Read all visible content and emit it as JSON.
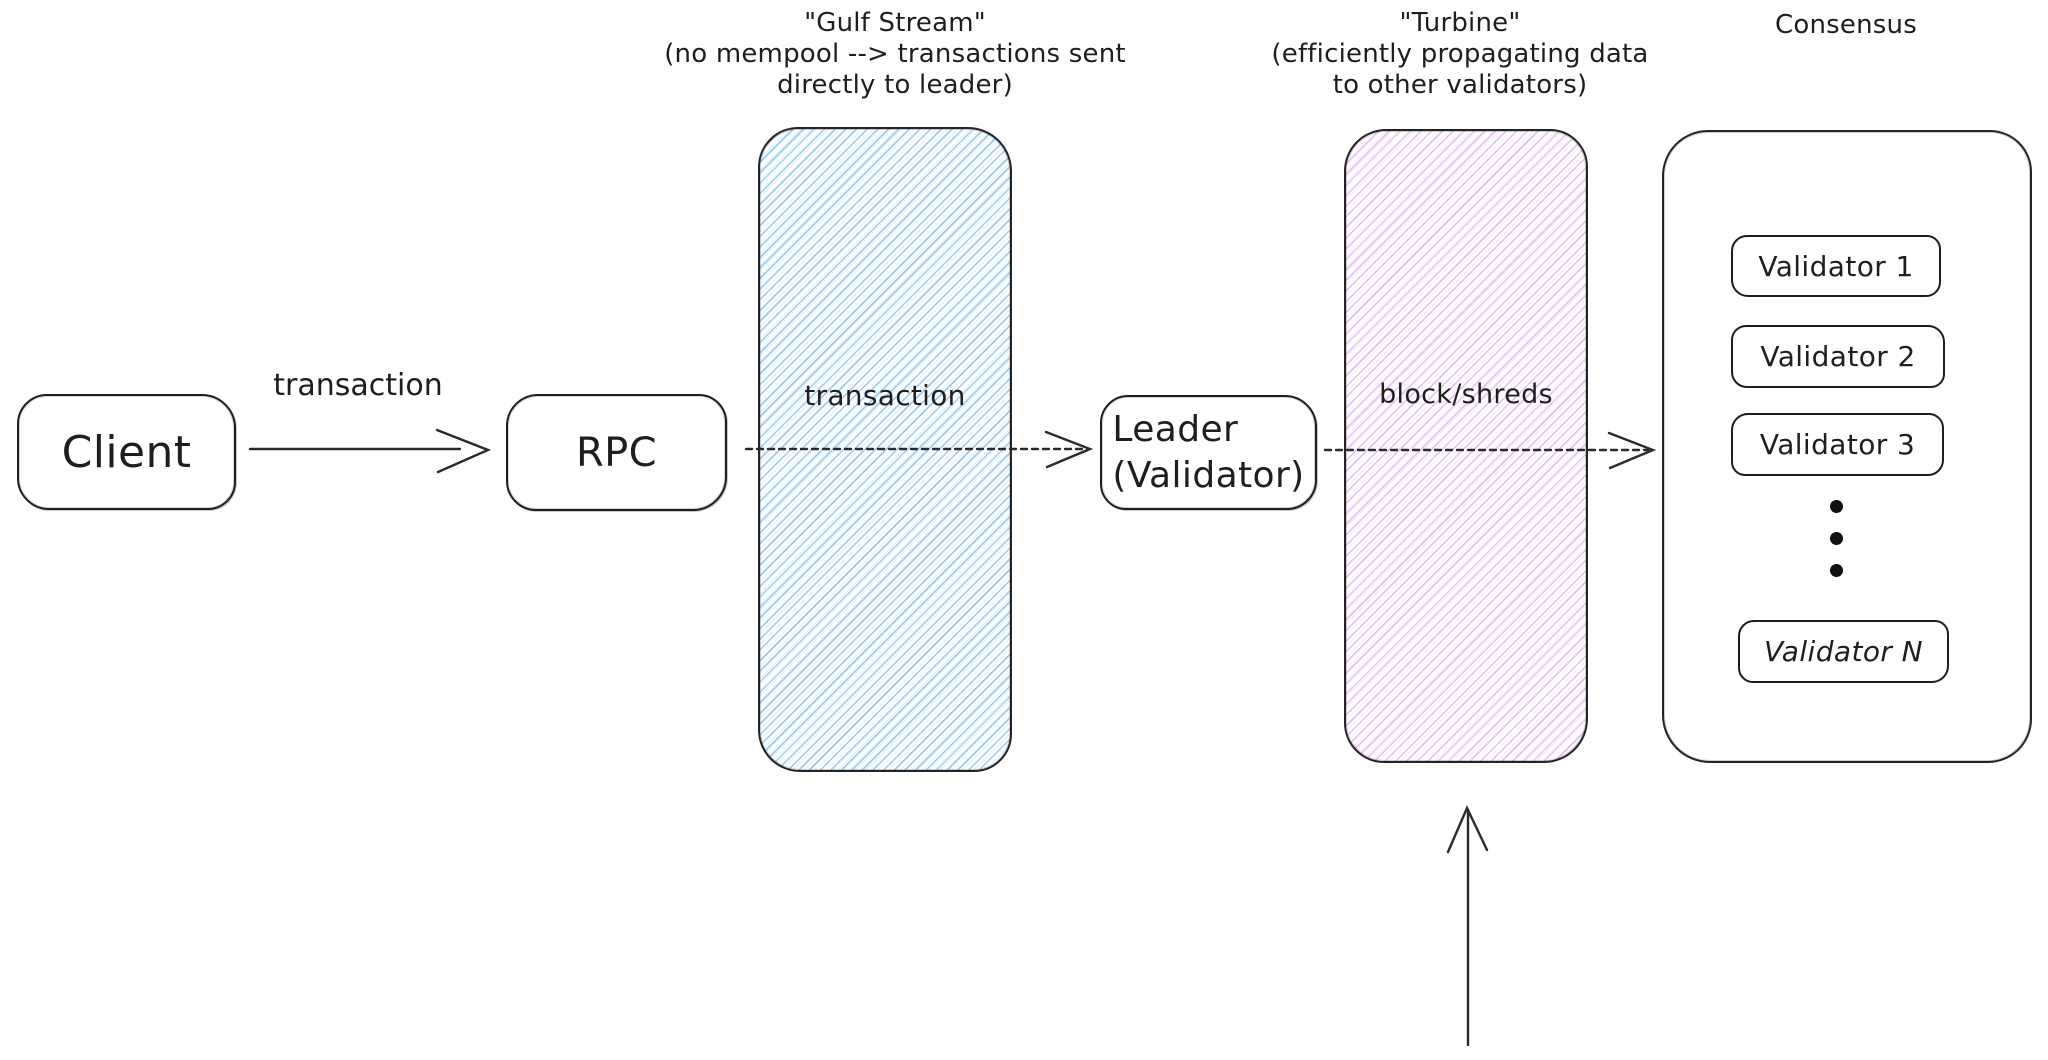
{
  "colors": {
    "stroke": "#1e1e1e",
    "background": "#ffffff",
    "gulf_stream_hatch": "#a5d8ff",
    "turbine_hatch": "#eebefa"
  },
  "icons": {
    "ellipsis_dot": "●"
  },
  "nodes": {
    "client": {
      "label": "Client"
    },
    "rpc": {
      "label": "RPC"
    },
    "leader": {
      "lines": [
        "Leader",
        "(Validator)"
      ]
    },
    "gulf_stream": {
      "title": [
        "\"Gulf Stream\"",
        "(no mempool --> transactions sent",
        "directly to leader)"
      ],
      "label": "transaction"
    },
    "turbine": {
      "title": [
        "\"Turbine\"",
        "(efficiently propagating data",
        "to other validators)"
      ],
      "label": "block/shreds"
    },
    "consensus": {
      "title": "Consensus",
      "validators": [
        "Validator 1",
        "Validator 2",
        "Validator 3",
        "Validator N"
      ],
      "ellipsis_dots": 3
    }
  },
  "edges": {
    "client_to_rpc": {
      "label": "transaction"
    },
    "rpc_to_leader": {
      "style": "dashed"
    },
    "leader_to_consensus": {
      "style": "dashed"
    },
    "bottom_to_turbine": {
      "style": "solid"
    }
  }
}
